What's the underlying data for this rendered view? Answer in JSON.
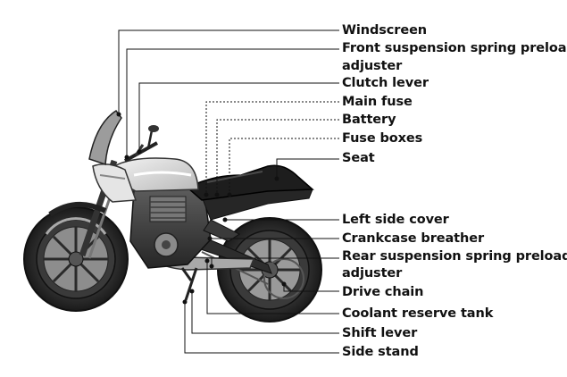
{
  "labels": [
    {
      "name": "windscreen",
      "text": "Windscreen"
    },
    {
      "name": "front-suspension-spring-preload-adjuster-line1",
      "text": "Front suspension spring preload"
    },
    {
      "name": "front-suspension-spring-preload-adjuster-line2",
      "text": "adjuster"
    },
    {
      "name": "clutch-lever",
      "text": "Clutch lever"
    },
    {
      "name": "main-fuse",
      "text": "Main fuse"
    },
    {
      "name": "battery",
      "text": "Battery"
    },
    {
      "name": "fuse-boxes",
      "text": "Fuse boxes"
    },
    {
      "name": "seat",
      "text": "Seat"
    },
    {
      "name": "left-side-cover",
      "text": "Left side cover"
    },
    {
      "name": "crankcase-breather",
      "text": "Crankcase breather"
    },
    {
      "name": "rear-suspension-spring-preload-adjuster-line1",
      "text": "Rear suspension spring preload"
    },
    {
      "name": "rear-suspension-spring-preload-adjuster-line2",
      "text": "adjuster"
    },
    {
      "name": "drive-chain",
      "text": "Drive chain"
    },
    {
      "name": "coolant-reserve-tank",
      "text": "Coolant reserve tank"
    },
    {
      "name": "shift-lever",
      "text": "Shift lever"
    },
    {
      "name": "side-stand",
      "text": "Side stand"
    }
  ],
  "colors": {
    "label_text": "#111111",
    "leader_line": "#111111",
    "motorcycle_dark": "#2b2b2b",
    "motorcycle_light": "#d8d8d8"
  }
}
